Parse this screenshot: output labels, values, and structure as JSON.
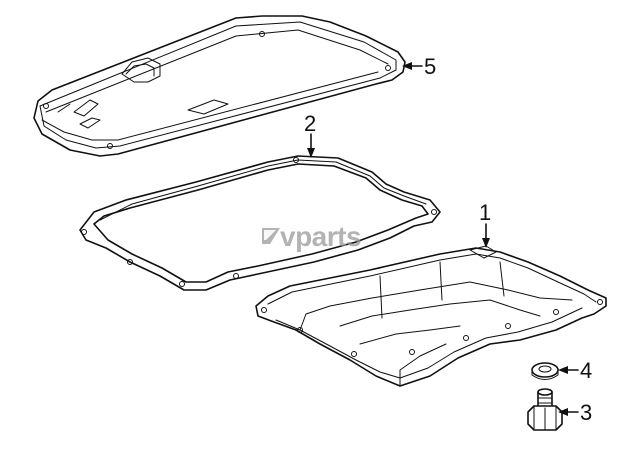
{
  "diagram": {
    "callouts": [
      {
        "id": "1",
        "label": "1"
      },
      {
        "id": "2",
        "label": "2"
      },
      {
        "id": "3",
        "label": "3"
      },
      {
        "id": "4",
        "label": "4"
      },
      {
        "id": "5",
        "label": "5"
      }
    ],
    "watermark": "vparts",
    "line_color": "#111111",
    "watermark_color": "#9a9a9a"
  }
}
